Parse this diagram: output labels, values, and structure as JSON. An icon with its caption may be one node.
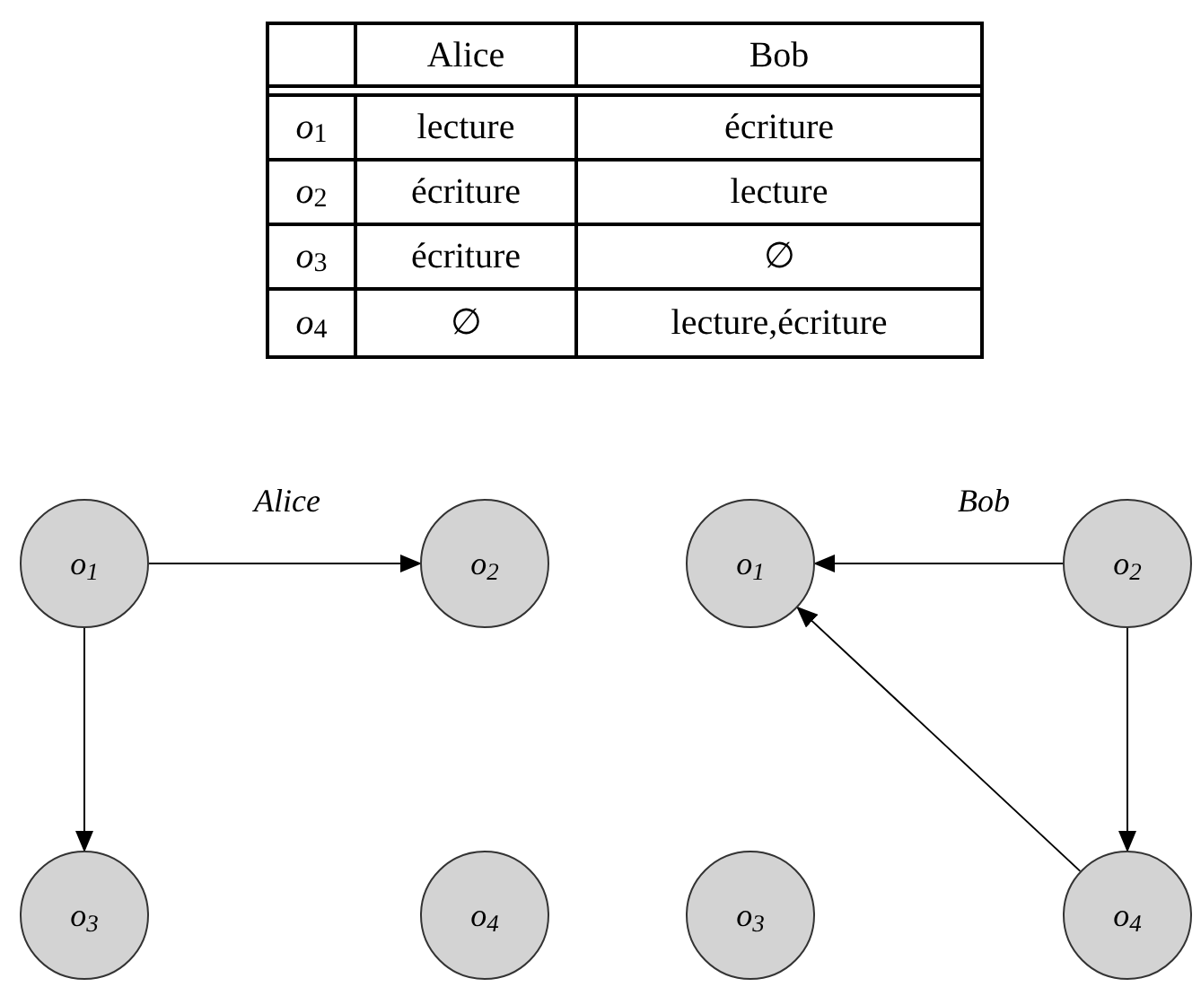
{
  "diagram": {
    "nodes": [
      {
        "text": [
          "o$_{1}$"
        ]
      },
      {
        "text": [
          "o$_{2}$"
        ]
      },
      {
        "text": [
          "o$_{3}$"
        ]
      },
      {
        "text": [
          "o$_{4}$"
        ]
      },
      {
        "text": [
          "o$_{1}$"
        ]
      },
      {
        "text": [
          "o$_{2}$"
        ]
      },
      {
        "text": [
          "o$_{3}$"
        ]
      },
      {
        "text": [
          "o$_{4}$"
        ]
      }
    ],
    "edges": [
      {
        "from": 0,
        "to": 1,
        "arrow": "to"
      },
      {
        "from": 0,
        "to": 2,
        "arrow": "to"
      },
      {
        "from": 5,
        "to": 4,
        "arrow": "to"
      },
      {
        "from": 5,
        "to": 7,
        "arrow": "to"
      },
      {
        "from": 7,
        "to": 4,
        "arrow": "to"
      }
    ],
    "labels": [
      "Alice",
      "Bob",
      "*o*$_{1}$",
      "lecture",
      "écriture",
      "*o*$_{2}$",
      "écriture",
      "lecture",
      "*o*$_{3}$",
      "écriture",
      "∅",
      "*o*$_{4}$",
      "∅",
      "lecture,écriture",
      "Alice",
      "Bob"
    ]
  }
}
